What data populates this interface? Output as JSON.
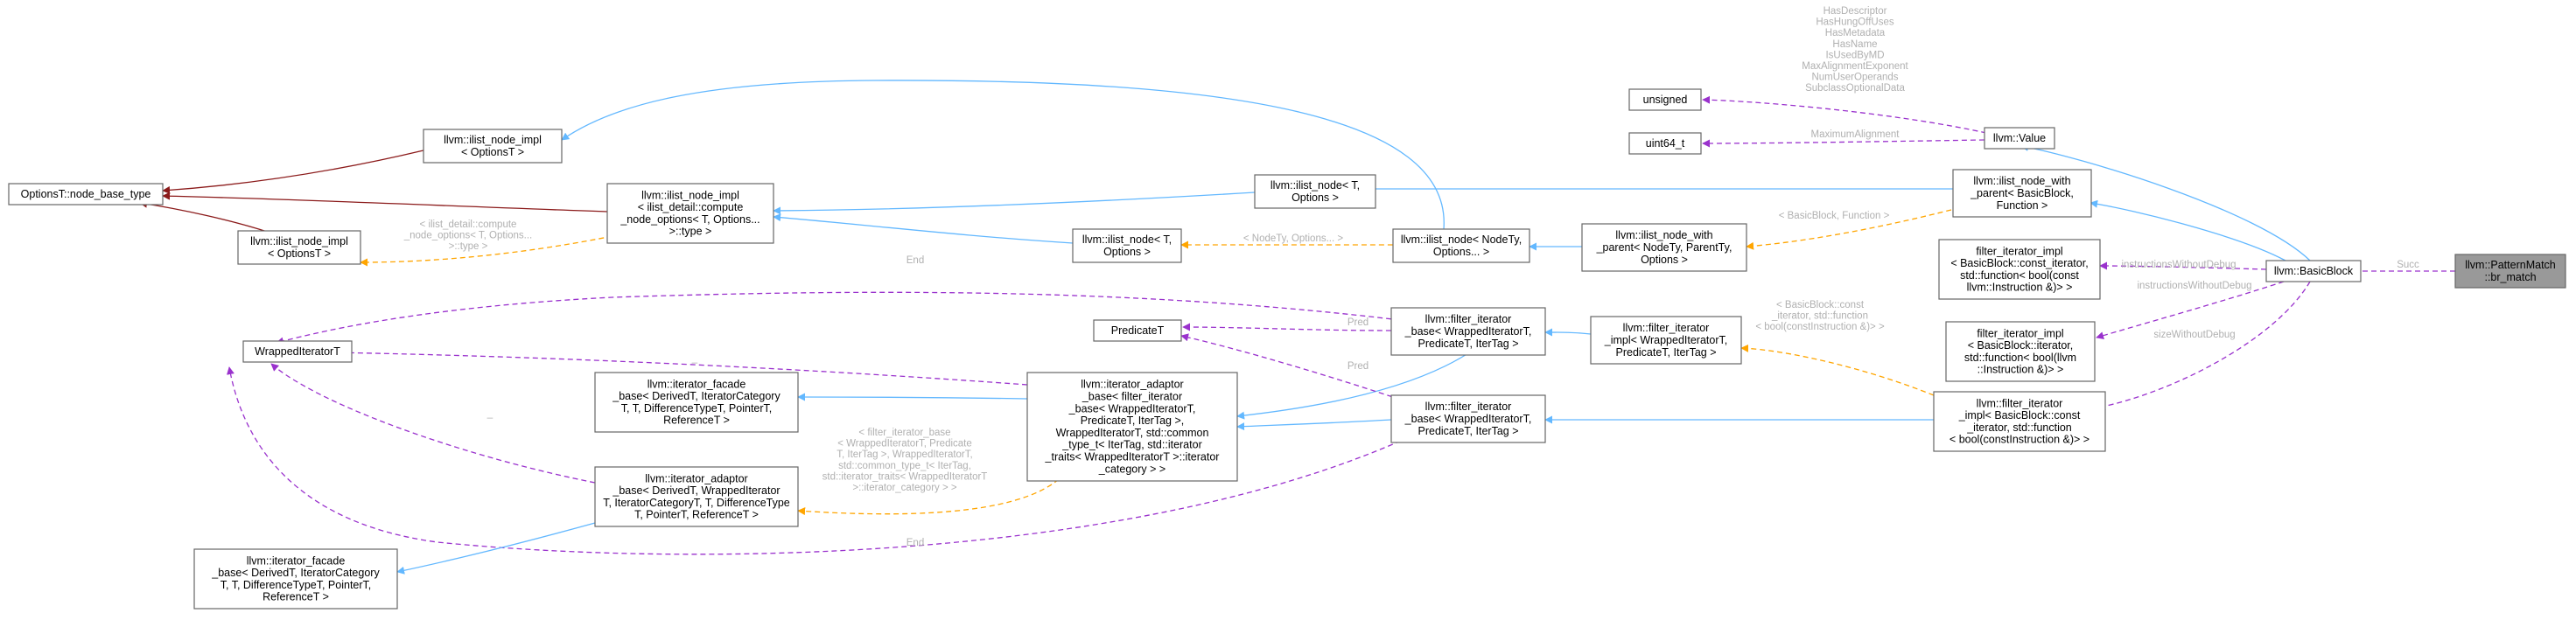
{
  "nodes": {
    "pattern_match": [
      "llvm::PatternMatch",
      "::br_match"
    ],
    "basic_block": [
      "llvm::BasicBlock"
    ],
    "value": [
      "llvm::Value"
    ],
    "unsigned": [
      "unsigned"
    ],
    "uint64": [
      "uint64_t"
    ],
    "ilist_node_with_parent_bb": [
      "llvm::ilist_node_with",
      "_parent< BasicBlock,",
      "Function >"
    ],
    "filter_iterator_impl_const": [
      "filter_iterator_impl",
      "< BasicBlock::const_iterator,",
      "std::function< bool(const",
      "llvm::Instruction &)> >"
    ],
    "filter_iterator_impl_nonconst": [
      "filter_iterator_impl",
      "< BasicBlock::iterator,",
      "std::function< bool(llvm",
      "::Instruction &)> >"
    ],
    "llvm_filter_iterator_impl_bb": [
      "llvm::filter_iterator",
      "_impl< BasicBlock::const",
      "_iterator, std::function",
      "< bool(constInstruction &)> >"
    ],
    "ilist_node_with_parent_generic": [
      "llvm::ilist_node_with",
      "_parent< NodeTy, ParentTy,",
      "Options >"
    ],
    "filter_iterator_impl_generic": [
      "llvm::filter_iterator",
      "_impl< WrappedIteratorT,",
      "PredicateT, IterTag >"
    ],
    "ilist_node_nodety": [
      "llvm::ilist_node< NodeTy,",
      "Options... >"
    ],
    "filter_iterator_base_top": [
      "llvm::filter_iterator",
      "_base< WrappedIteratorT,",
      "PredicateT, IterTag >"
    ],
    "filter_iterator_base_bottom": [
      "llvm::filter_iterator",
      "_base< WrappedIteratorT,",
      "PredicateT, IterTag >"
    ],
    "ilist_node_t_options_top": [
      "llvm::ilist_node< T,",
      "Options >"
    ],
    "ilist_node_t_options_mid": [
      "llvm::ilist_node< T,",
      "Options >"
    ],
    "iterator_adaptor_base_filter": [
      "llvm::iterator_adaptor",
      "_base< filter_iterator",
      "_base< WrappedIteratorT,",
      "PredicateT, IterTag >,",
      "WrappedIteratorT, std::common",
      "_type_t< IterTag, std::iterator",
      "_traits< WrappedIteratorT >::iterator",
      "_category > >"
    ],
    "predicate_t": [
      "PredicateT"
    ],
    "ilist_node_impl_top": [
      "llvm::ilist_node_impl",
      "< OptionsT >"
    ],
    "ilist_node_impl_compute": [
      "llvm::ilist_node_impl",
      "< ilist_detail::compute",
      "_node_options< T, Options...",
      ">::type >"
    ],
    "ilist_node_impl_left": [
      "llvm::ilist_node_impl",
      "< OptionsT >"
    ],
    "options_node_base_type": [
      "OptionsT::node_base_type"
    ],
    "wrapped_iterator_t": [
      "WrappedIteratorT"
    ],
    "iterator_facade_base_mid": [
      "llvm::iterator_facade",
      "_base< DerivedT, IteratorCategory",
      "T, T, DifferenceTypeT, PointerT,",
      "ReferenceT >"
    ],
    "iterator_adaptor_base_generic": [
      "llvm::iterator_adaptor",
      "_base< DerivedT, WrappedIterator",
      "T, IteratorCategoryT, T, DifferenceType",
      "T, PointerT, ReferenceT >"
    ],
    "iterator_facade_base_bottom": [
      "llvm::iterator_facade",
      "_base< DerivedT, IteratorCategory",
      "T, T, DifferenceTypeT, PointerT,",
      "ReferenceT >"
    ]
  },
  "edge_labels": {
    "succ": [
      "Succ"
    ],
    "value_members": [
      "HasDescriptor",
      "HasHungOffUses",
      "HasMetadata",
      "HasName",
      "IsUsedByMD",
      "MaxAlignmentExponent",
      "NumUserOperands",
      "SubclassOptionalData"
    ],
    "maximum_alignment": [
      "MaximumAlignment"
    ],
    "instructions_without_debug_1": [
      "instructionsWithoutDebug"
    ],
    "instructions_without_debug_2": [
      "instructionsWithoutDebug"
    ],
    "size_without_debug": [
      "sizeWithoutDebug"
    ],
    "bb_function": [
      "< BasicBlock, Function >"
    ],
    "bb_const_iterator": [
      "< BasicBlock::const",
      "_iterator, std::function",
      "< bool(constInstruction &)> >"
    ],
    "nodety_options": [
      "< NodeTy, Options... >"
    ],
    "compute_node_options": [
      "< ilist_detail::compute",
      "_node_options< T, Options...",
      ">::type >"
    ],
    "end_top": [
      "End"
    ],
    "pred_top": [
      "Pred"
    ],
    "pred_bottom": [
      "Pred"
    ],
    "underscore_1": [
      "_"
    ],
    "underscore_2": [
      "_"
    ],
    "filter_iterator_base_args": [
      "< filter_iterator_base",
      "< WrappedIteratorT, Predicate",
      "T, IterTag >, WrappedIteratorT,",
      "std::common_type_t< IterTag,",
      "std::iterator_traits< WrappedIteratorT",
      ">::iterator_category > >"
    ],
    "end_bottom": [
      "End"
    ]
  },
  "colors": {
    "inheritance": "#63b8ff",
    "usage": "#9a32cd",
    "template": "#ffa500",
    "protected": "#8b1a1a",
    "root_fill": "#999999"
  }
}
